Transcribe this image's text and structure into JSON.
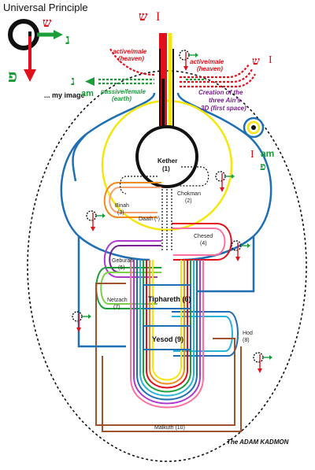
{
  "header": {
    "title": "Universal Principle",
    "my_image": "... my image"
  },
  "glyphs": {
    "shin": "ש",
    "nun": "נ",
    "pe": "פ",
    "i_letter": "I"
  },
  "labels": {
    "active_male": "active/male",
    "heaven": "(heaven)",
    "passive_female": "passive/female",
    "earth": "(earth)",
    "am": "am",
    "i_am_i": "I",
    "i_am_am": "am",
    "creation_line1": "Creation of the",
    "creation_line2": "three Ain's",
    "creation_line3": "3D (first space)",
    "footer": "The ADAM KADMON"
  },
  "sephirot": [
    {
      "id": "kether",
      "name": "Kether",
      "num": "(1)"
    },
    {
      "id": "chokman",
      "name": "Chokman",
      "num": "(2)"
    },
    {
      "id": "binah",
      "name": "Binah",
      "num": "(3)"
    },
    {
      "id": "daath",
      "name": "Daath",
      "num": "(-)"
    },
    {
      "id": "chesed",
      "name": "Chesed",
      "num": "(4)"
    },
    {
      "id": "geburah",
      "name": "Geburah",
      "num": "(5)"
    },
    {
      "id": "tiphareth",
      "name": "Tiphareth (6)",
      "num": ""
    },
    {
      "id": "netzach",
      "name": "Netzach",
      "num": "(7)"
    },
    {
      "id": "hod",
      "name": "Hod",
      "num": "(8)"
    },
    {
      "id": "yesod",
      "name": "Yesod (9)",
      "num": ""
    },
    {
      "id": "malkuth",
      "name": "Malkuth (10)",
      "num": ""
    }
  ],
  "colors": {
    "red": "#e0101c",
    "green": "#1a9e3a",
    "yellow": "#f5e60a",
    "blue": "#1f6fb5",
    "purple": "#7a1f8f",
    "orange": "#f08a1c",
    "brown": "#a0522d",
    "cyan": "#26b5d8"
  }
}
